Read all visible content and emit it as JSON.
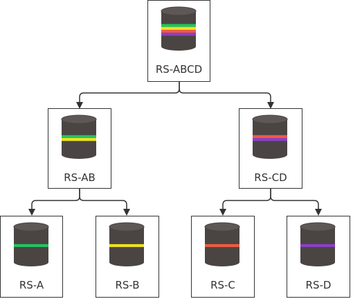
{
  "colors": {
    "cylinder": "#4a4543",
    "cylinder_top": "#5d5856",
    "stroke": "#333333",
    "green": "#22c55e",
    "yellow": "#f0e020",
    "red": "#f05a40",
    "purple": "#8b3fc8"
  },
  "nodes": {
    "root": {
      "label": "RS-ABCD",
      "stripes": [
        "green",
        "yellow",
        "red",
        "purple"
      ]
    },
    "ab": {
      "label": "RS-AB",
      "stripes": [
        "green",
        "yellow"
      ]
    },
    "cd": {
      "label": "RS-CD",
      "stripes": [
        "red",
        "purple"
      ]
    },
    "a": {
      "label": "RS-A",
      "stripes": [
        "green"
      ]
    },
    "b": {
      "label": "RS-B",
      "stripes": [
        "yellow"
      ]
    },
    "c": {
      "label": "RS-C",
      "stripes": [
        "red"
      ]
    },
    "d": {
      "label": "RS-D",
      "stripes": [
        "purple"
      ]
    }
  },
  "edges": [
    {
      "from": "root",
      "to": "ab"
    },
    {
      "from": "root",
      "to": "cd"
    },
    {
      "from": "ab",
      "to": "a"
    },
    {
      "from": "ab",
      "to": "b"
    },
    {
      "from": "cd",
      "to": "c"
    },
    {
      "from": "cd",
      "to": "d"
    }
  ]
}
